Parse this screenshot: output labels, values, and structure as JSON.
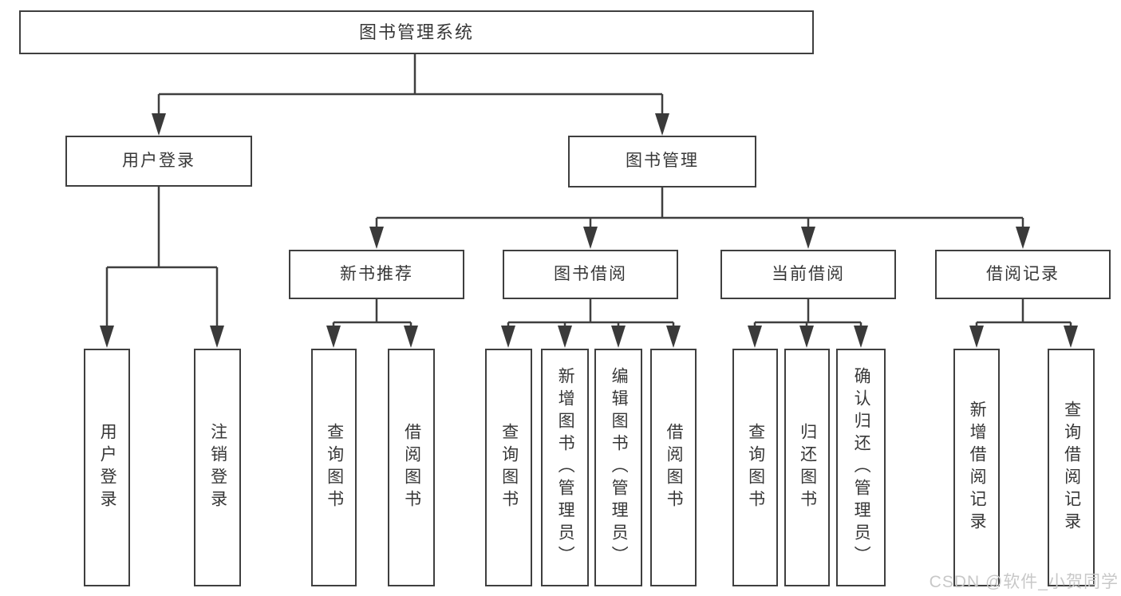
{
  "tree": {
    "root": {
      "label": "图书管理系统",
      "children": [
        {
          "label": "用户登录",
          "children": [
            {
              "label": "用户登录"
            },
            {
              "label": "注销登录"
            }
          ]
        },
        {
          "label": "图书管理",
          "children": [
            {
              "label": "新书推荐",
              "children": [
                {
                  "label": "查询图书"
                },
                {
                  "label": "借阅图书"
                }
              ]
            },
            {
              "label": "图书借阅",
              "children": [
                {
                  "label": "查询图书"
                },
                {
                  "label": "新增图书（管理员）"
                },
                {
                  "label": "编辑图书（管理员）"
                },
                {
                  "label": "借阅图书"
                }
              ]
            },
            {
              "label": "当前借阅",
              "children": [
                {
                  "label": "查询图书"
                },
                {
                  "label": "归还图书"
                },
                {
                  "label": "确认归还（管理员）"
                }
              ]
            },
            {
              "label": "借阅记录",
              "children": [
                {
                  "label": "新增借阅记录"
                },
                {
                  "label": "查询借阅记录"
                }
              ]
            }
          ]
        }
      ]
    }
  },
  "watermark": {
    "text": "CSDN @软件_小贺同学"
  },
  "colors": {
    "line": "#3f3f3f",
    "text": "#373737",
    "watermark": "#c8c8c8",
    "background": "#ffffff"
  }
}
